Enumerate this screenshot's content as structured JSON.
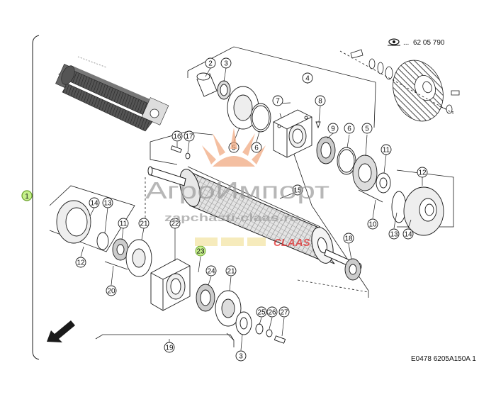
{
  "diagram": {
    "reference_code": "62 05 790",
    "reference_prefix": "...",
    "drawing_code": "E0478 6205A150A 1",
    "group_marker": "1",
    "callouts": [
      {
        "id": "c2a",
        "label": "2"
      },
      {
        "id": "c3a",
        "label": "3"
      },
      {
        "id": "c4",
        "label": "4"
      },
      {
        "id": "c7",
        "label": "7"
      },
      {
        "id": "c8",
        "label": "8"
      },
      {
        "id": "c5a",
        "label": "5"
      },
      {
        "id": "c6a",
        "label": "6"
      },
      {
        "id": "c9",
        "label": "9"
      },
      {
        "id": "c6b",
        "label": "6"
      },
      {
        "id": "c5b",
        "label": "5"
      },
      {
        "id": "c11a",
        "label": "11"
      },
      {
        "id": "c12a",
        "label": "12"
      },
      {
        "id": "c16",
        "label": "16"
      },
      {
        "id": "c17",
        "label": "17"
      },
      {
        "id": "c15",
        "label": "15"
      },
      {
        "id": "c10",
        "label": "10"
      },
      {
        "id": "c13a",
        "label": "13"
      },
      {
        "id": "c14a",
        "label": "14"
      },
      {
        "id": "c14b",
        "label": "14"
      },
      {
        "id": "c13b",
        "label": "13"
      },
      {
        "id": "c11b",
        "label": "11"
      },
      {
        "id": "c21a",
        "label": "21"
      },
      {
        "id": "c22",
        "label": "22"
      },
      {
        "id": "c23",
        "label": "23"
      },
      {
        "id": "c24",
        "label": "24"
      },
      {
        "id": "c21b",
        "label": "21"
      },
      {
        "id": "c18",
        "label": "18"
      },
      {
        "id": "c12b",
        "label": "12"
      },
      {
        "id": "c20",
        "label": "20"
      },
      {
        "id": "c25",
        "label": "25"
      },
      {
        "id": "c26",
        "label": "26"
      },
      {
        "id": "c27",
        "label": "27"
      },
      {
        "id": "c19",
        "label": "19"
      },
      {
        "id": "c3b",
        "label": "3"
      }
    ],
    "watermark": {
      "logo_text": "АгроИмпорт",
      "site_text": "zapchasti-claas.ru",
      "brand_text": "CLAAS"
    },
    "colors": {
      "line": "#1a1a1a",
      "marker_fill": "#c6f08c",
      "marker_stroke": "#6aa12a",
      "watermark_orange": "#f0a47a",
      "watermark_red": "#e02020",
      "watermark_gray": "#9a9a9a"
    }
  }
}
